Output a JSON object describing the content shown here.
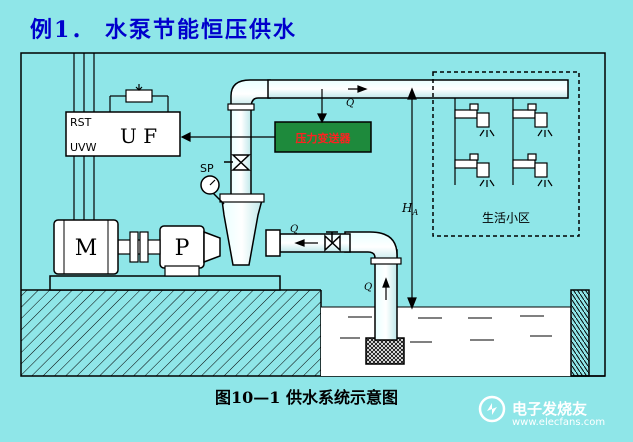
{
  "title": "例1．  水泵节能恒压供水",
  "caption": "图10—1   供水系统示意图",
  "labels": {
    "rst": "RST",
    "uvw": "UVW",
    "uf": "U F",
    "pressure_transmitter": "压力变送器",
    "sp": "SP",
    "motor": "M",
    "pump": "P",
    "living_area": "生活小区",
    "h": "H",
    "h_sub": "A",
    "q": "Q"
  },
  "watermark": {
    "text": "电子发烧友",
    "url": "www.elecfans.com"
  },
  "colors": {
    "background": "#8fe6e8",
    "title": "#0000cc",
    "transmitter_fill": "#1e8a3c",
    "transmitter_text": "#ff2020",
    "water": "#ffffff"
  }
}
